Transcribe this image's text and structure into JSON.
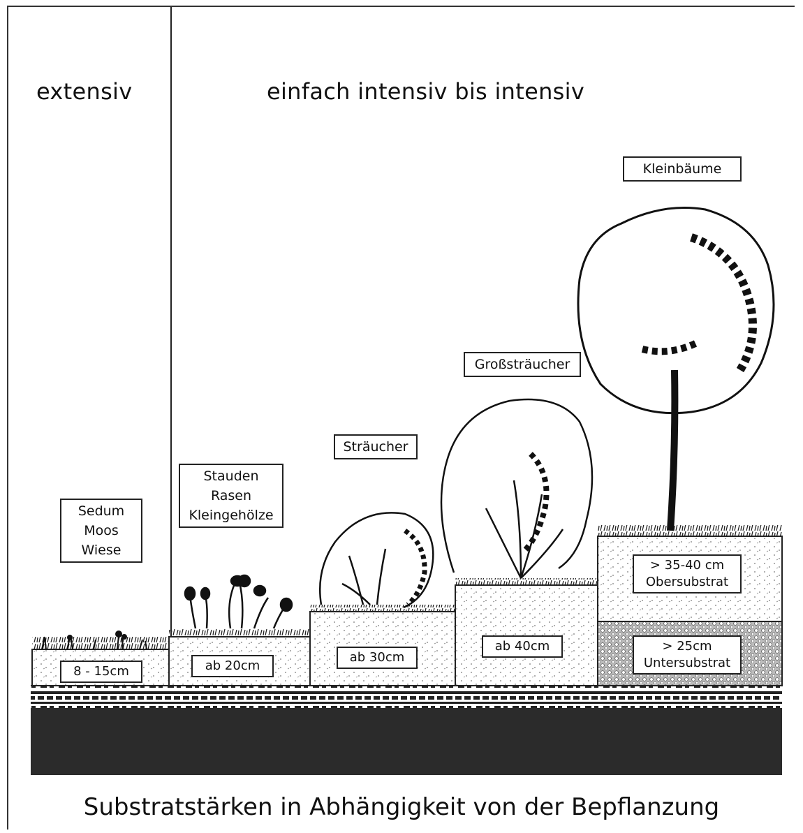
{
  "headings": {
    "extensive": "extensiv",
    "intensive": "einfach intensiv bis intensiv"
  },
  "plant_groups": {
    "sedum": [
      "Sedum",
      "Moos",
      "Wiese"
    ],
    "stauden": [
      "Stauden",
      "Rasen",
      "Kleingehölze"
    ],
    "straeucher": "Sträucher",
    "grossstraeucher": "Großsträucher",
    "kleinbaeume": "Kleinbäume"
  },
  "substrate_depths": {
    "extensive": "8 - 15cm",
    "stauden": "ab 20cm",
    "straeucher": "ab 30cm",
    "grossstraeucher": "ab 40cm",
    "obersubstrat": [
      "> 35-40 cm",
      "Obersubstrat"
    ],
    "untersubstrat": [
      "> 25cm",
      "Untersubstrat"
    ]
  },
  "caption": "Substratstärken in Abhängigkeit von der Bepflanzung",
  "colors": {
    "ink": "#111111",
    "roof": "#2b2b2b",
    "paper": "#ffffff"
  }
}
